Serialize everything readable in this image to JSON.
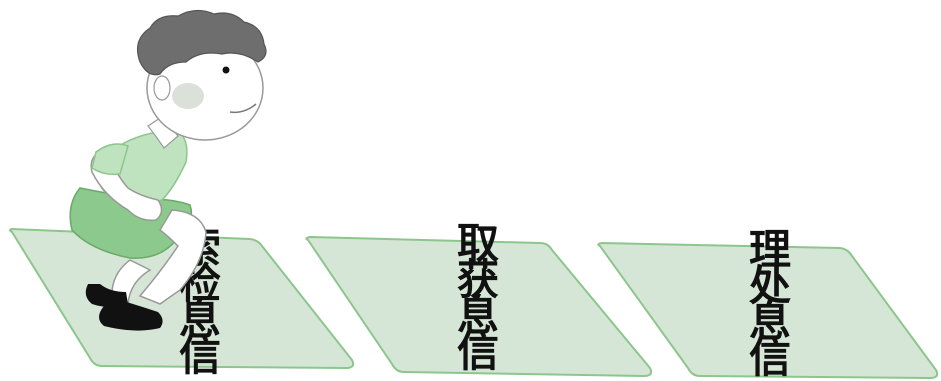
{
  "scene": {
    "tiles": [
      {
        "label": "信息检索"
      },
      {
        "label": "信息获取"
      },
      {
        "label": "信息处理"
      }
    ],
    "colors": {
      "tile_fill": "#d6e6d6",
      "tile_stroke": "#8cc68c",
      "shirt": "#bfe3bf",
      "shorts": "#8cc98c",
      "skin": "#ffffff",
      "hair": "#6e6e6e",
      "shoes": "#111111"
    },
    "icons": [
      "boy-figure-icon"
    ]
  }
}
